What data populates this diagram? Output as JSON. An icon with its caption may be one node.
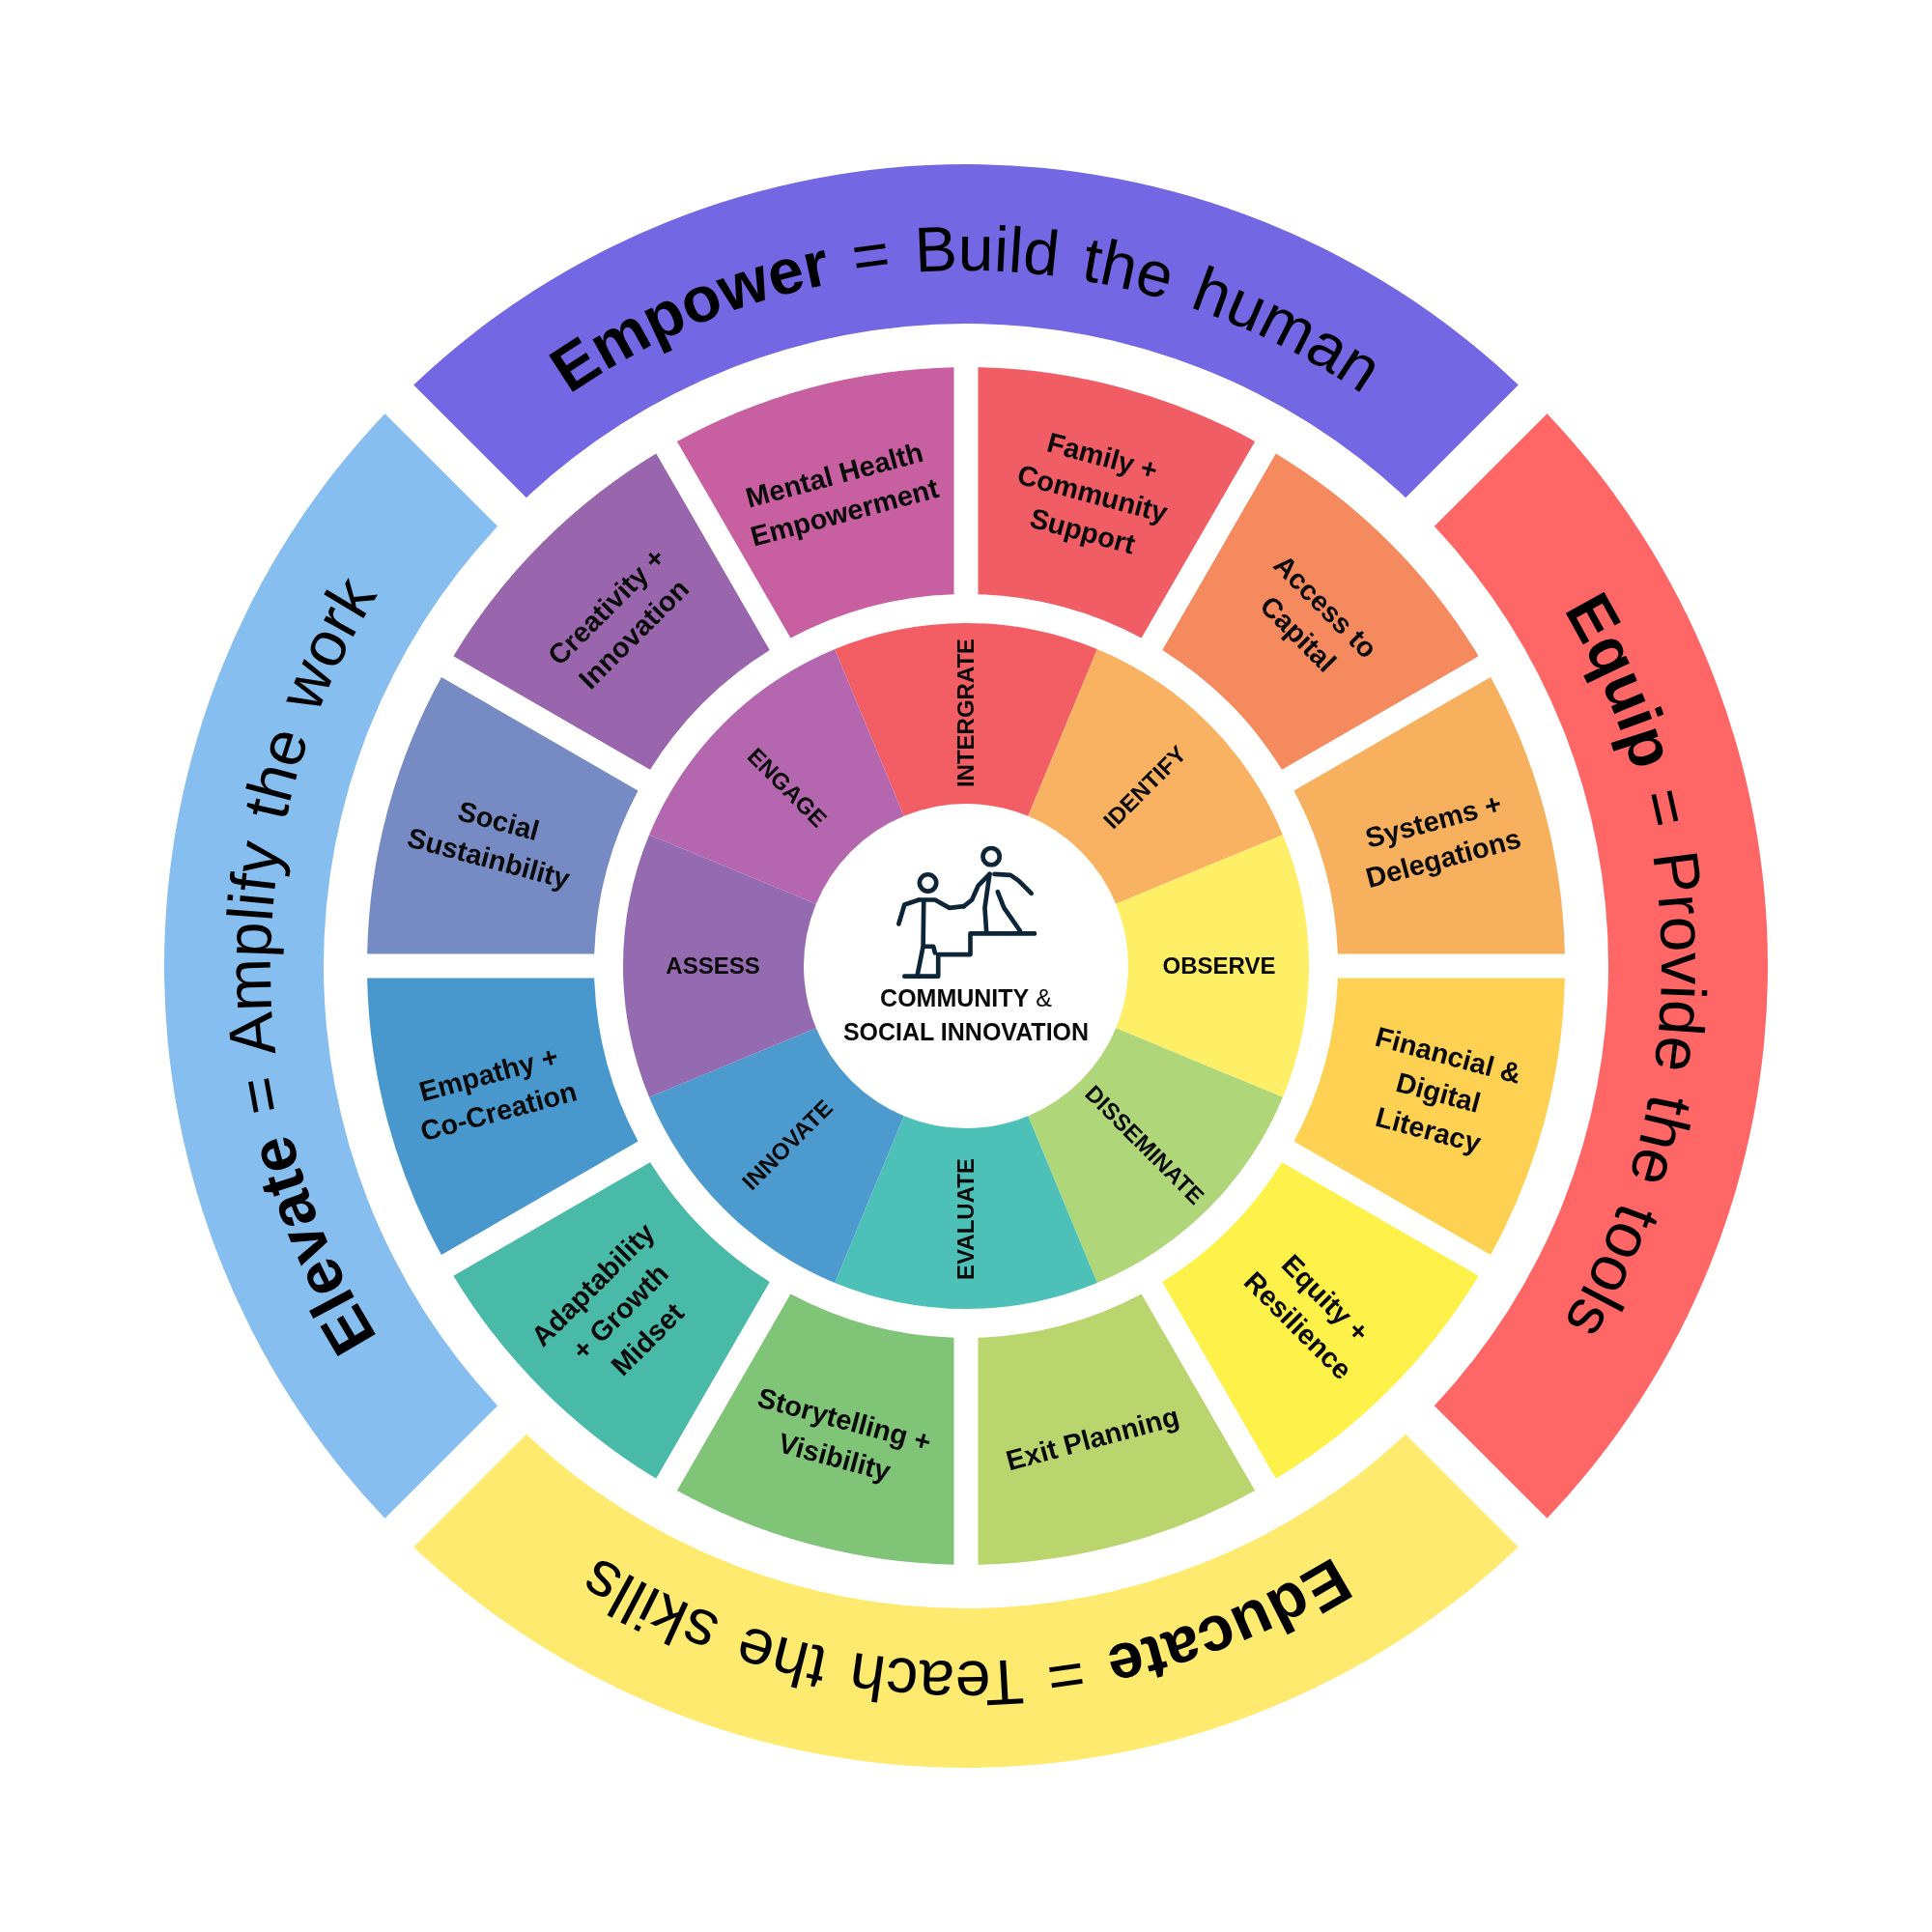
{
  "diagram": {
    "nodes": [
      {
        "text": [
          "**COMMUNITY** & **SOCIAL INNOVATION**"
        ]
      },
      {
        "text": [
          "INTERGRATE"
        ]
      },
      {
        "text": [
          "IDENTIFY"
        ]
      },
      {
        "text": [
          "OBSERVE"
        ]
      },
      {
        "text": [
          "DISSEMINATE"
        ]
      },
      {
        "text": [
          "EVALUATE"
        ]
      },
      {
        "text": [
          "INNOVATE"
        ]
      },
      {
        "text": [
          "ASSESS"
        ]
      },
      {
        "text": [
          "ENGAGE"
        ]
      },
      {
        "text": [
          "Family + Community Support"
        ]
      },
      {
        "text": [
          "Access to Capital"
        ]
      },
      {
        "text": [
          "Systems + Delegations"
        ]
      },
      {
        "text": [
          "Financial & Digital Literacy"
        ]
      },
      {
        "text": [
          "Equity + Resilience"
        ]
      },
      {
        "text": [
          "Exit Planning"
        ]
      },
      {
        "text": [
          "Storytelling + Visibility"
        ]
      },
      {
        "text": [
          "Adaptability + Growth Midset"
        ]
      },
      {
        "text": [
          "Empathy + Co-Creation"
        ]
      },
      {
        "text": [
          "Social Sustainbility"
        ]
      },
      {
        "text": [
          "Creativity + Innovation"
        ]
      },
      {
        "text": [
          "Mental Health Empowerment"
        ]
      },
      {
        "text": [
          "**Empower** = Build the human"
        ]
      },
      {
        "text": [
          "**Equip** = Provide the tools"
        ]
      },
      {
        "text": [
          "**Educate** = Teach the skills"
        ]
      },
      {
        "text": [
          "**Elevate** = Amplify the work"
        ]
      }
    ]
  }
}
